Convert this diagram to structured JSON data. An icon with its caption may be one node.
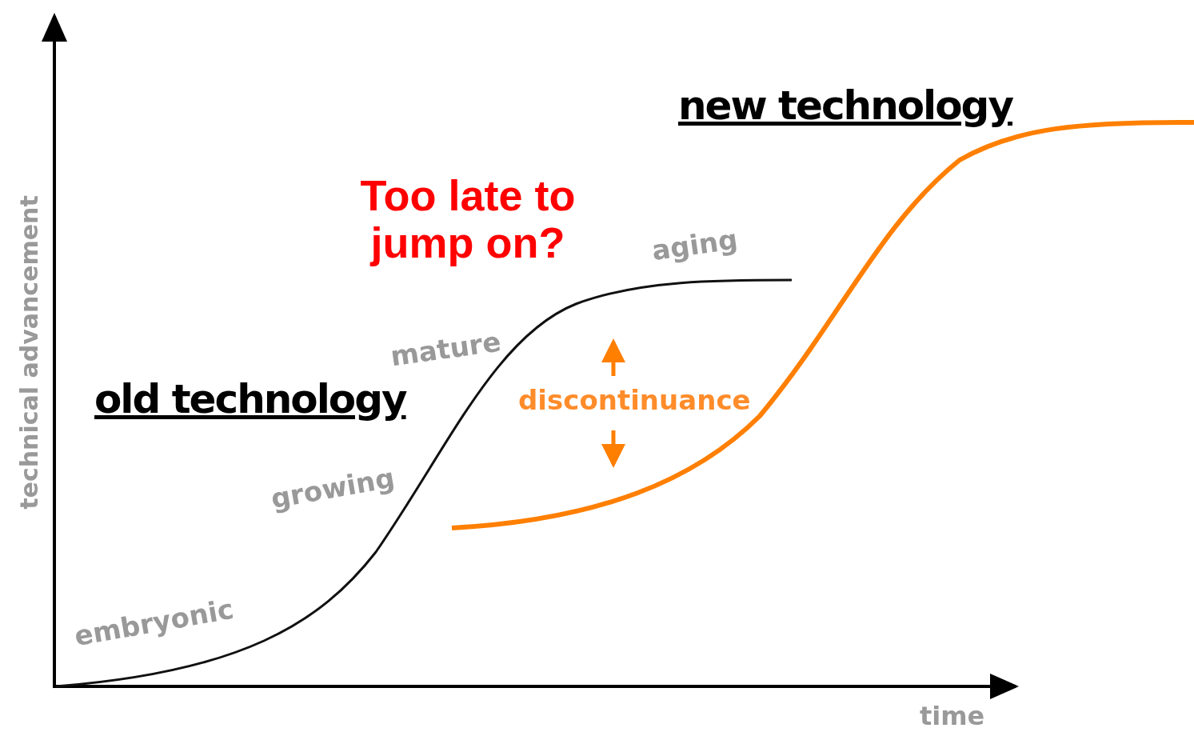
{
  "diagram": {
    "labels": [
      "new technology",
      "Too late to jump on?",
      "aging",
      "mature",
      "old technology",
      "discontinuance",
      "growing",
      "embryonic",
      "technical advancement",
      "time"
    ]
  }
}
